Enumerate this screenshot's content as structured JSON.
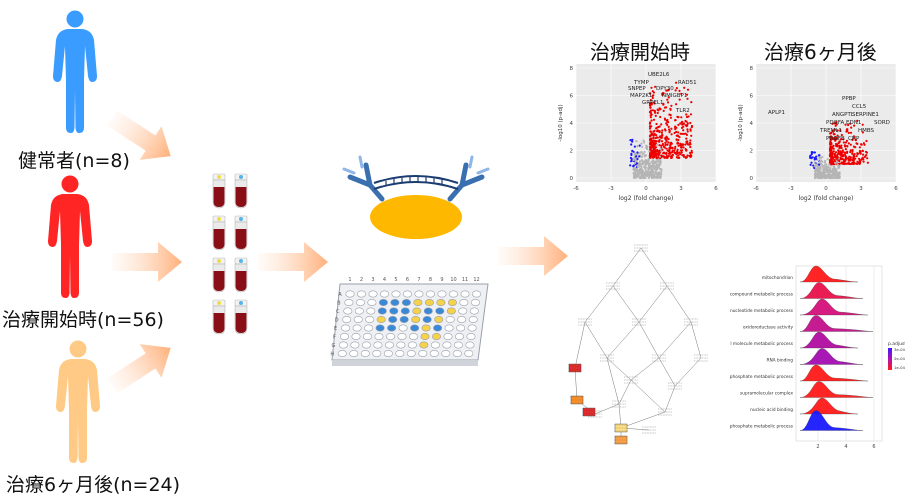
{
  "groups": [
    {
      "label": "健常者(n=8)",
      "color": "#3aa0ff"
    },
    {
      "label": "治療開始時(n=56)",
      "color": "#ff2a2a"
    },
    {
      "label": "治療6ヶ月後(n=24)",
      "color": "#ffcc88"
    }
  ],
  "volcano": [
    {
      "title": "治療開始時",
      "xlabel": "log2 (fold change)",
      "ylabel": "-log10 (p-adj)",
      "xticks": [
        "-6",
        "-3",
        "0",
        "3",
        "6"
      ],
      "yticks": [
        "0",
        "2",
        "4",
        "6",
        "8"
      ],
      "genes": [
        "UBE2L6",
        "TYMP",
        "RAD51",
        "SNPEP",
        "DPY30",
        "MAP2K1",
        "NMIGBP1",
        "GRPEL1",
        "TLR2"
      ]
    },
    {
      "title": "治療6ヶ月後",
      "xlabel": "log2 (fold change)",
      "ylabel": "-log10 (p-adj)",
      "xticks": [
        "-6",
        "-3",
        "0",
        "3",
        "6"
      ],
      "yticks": [
        "0",
        "2",
        "4",
        "6",
        "8"
      ],
      "genes": [
        "PPBP",
        "APLP1",
        "CCL5",
        "ANGPTL",
        "SERPINE1",
        "PDGFA",
        "EDN1",
        "SORD",
        "TREML1",
        "HMBS",
        "PDGFB",
        "CHP"
      ]
    }
  ],
  "plate": {
    "columns": [
      "1",
      "2",
      "3",
      "4",
      "5",
      "6",
      "7",
      "8",
      "9",
      "10",
      "11",
      "12"
    ],
    "rows": [
      "A",
      "B",
      "C",
      "D",
      "E",
      "F",
      "G",
      "H"
    ]
  },
  "ridge": {
    "categories": [
      "mitochondrion",
      "purine-containing compound metabolic process",
      "nucleotide metabolic process",
      "oxidoreductase activity",
      "nucleobase-containing small molecule metabolic process",
      "RNA binding",
      "nucleoside phosphate metabolic process",
      "supramolecular complex",
      "nucleic acid binding",
      "organophosphate metabolic process"
    ],
    "xticks": [
      "2",
      "4",
      "6"
    ],
    "legend_title": "p.adjust",
    "legend_ticks": [
      "3e-04",
      "2e-04",
      "1e-04"
    ],
    "colors": [
      "#ff1a1a",
      "#e8104a",
      "#d4107a",
      "#c2108c",
      "#b00ca0",
      "#a40cb0",
      "#ff1a1a",
      "#ff1a1a",
      "#ff1a1a",
      "#1a1aff"
    ]
  }
}
